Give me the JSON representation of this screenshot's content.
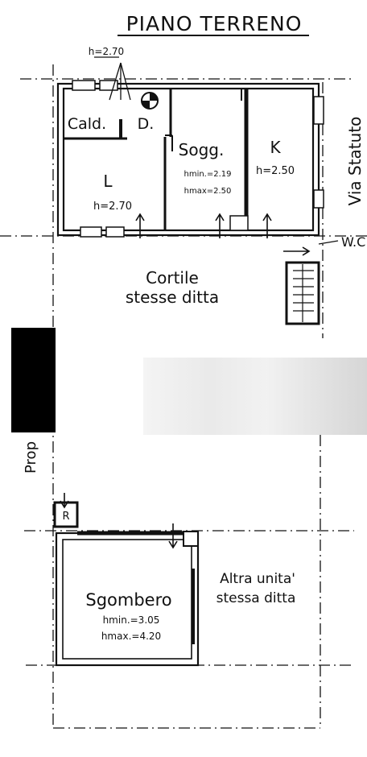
{
  "title": "PIANO TERRENO",
  "rooms": {
    "caldaia": {
      "label": "Cald."
    },
    "disimpegno": {
      "label": "D."
    },
    "soggiorno": {
      "label": "Sogg.",
      "hmin": "hmin.=2.19",
      "hmax": "hmax=2.50"
    },
    "cucina": {
      "label": "K",
      "height": "h=2.50"
    },
    "letto": {
      "label": "L",
      "height": "h=2.70"
    },
    "sgombero": {
      "label": "Sgombero",
      "hmin": "hmin.=3.05",
      "hmax": "hmax.=4.20"
    }
  },
  "height_top": "h=2.70",
  "courtyard": {
    "line1": "Cortile",
    "line2": "stesse ditta"
  },
  "street": "Via Statuto",
  "wc": "W.C",
  "other_unit": {
    "line1": "Altra unita'",
    "line2": "stessa ditta"
  },
  "side_label": "Prop",
  "r_mark": "R",
  "redaction_color": "#000000"
}
